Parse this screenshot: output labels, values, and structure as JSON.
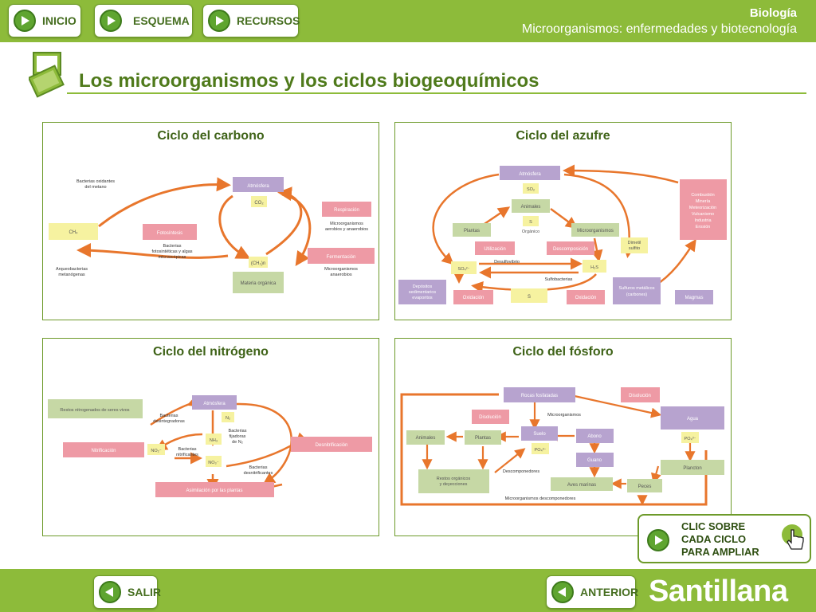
{
  "header": {
    "buttons": [
      {
        "label": "INICIO"
      },
      {
        "label": "ESQUEMA"
      },
      {
        "label": "RECURSOS"
      }
    ],
    "subject": "Biología",
    "topic": "Microorganismos: enfermedades y biotecnología"
  },
  "page_title": "Los microorganismos y los ciclos biogeoquímicos",
  "panels": [
    {
      "title": "Ciclo del carbono",
      "labels": {
        "bact_ox1": "Bacterias oxidantes",
        "bact_ox2": "del metano",
        "atm": "Atmósfera",
        "co2": "CO₂",
        "resp": "Respiración",
        "resp_n1": "Microorganismos",
        "resp_n2": "aerobios y anaerobios",
        "ch4": "CH₄",
        "foto": "Fotosíntesis",
        "foto_n1": "Bacterias",
        "foto_n2": "fotosintéticas y algas",
        "foto_n3": "microscópicas",
        "ferm": "Fermentación",
        "ferm_n1": "Microorganismos",
        "ferm_n2": "anaerobios",
        "arq1": "Arqueobacterias",
        "arq2": "metanógenas",
        "ch2o": "(CH₂)n",
        "mat": "Materia orgánica"
      }
    },
    {
      "title": "Ciclo del azufre",
      "labels": {
        "atm": "Atmósfera",
        "so2": "SO₂",
        "animales": "Animales",
        "s_org": "S",
        "org": "Orgánico",
        "plantas": "Plantas",
        "micro": "Microorganismos",
        "util": "Utilización",
        "descomp": "Descomposición",
        "dimetil1": "Dimetil",
        "dimetil2": "sulfito",
        "comb1": "Combustión",
        "comb2": "Minería",
        "comb3": "Meteorización",
        "comb4": "Vulcanismo",
        "comb5": "Industria",
        "comb6": "Erosión",
        "desulfo": "Desulfovibrio",
        "so4": "SO₄²⁻",
        "h2s": "H₂S",
        "sulfob": "Sulfobacterias",
        "dep1": "Depósitos",
        "dep2": "sedimentarios",
        "dep3": "evaporitos",
        "ox1": "Oxidación",
        "s": "S",
        "ox2": "Oxidación",
        "sulf1": "Sulfuros metálicos",
        "sulf2": "(carbones)",
        "magma": "Magmas"
      }
    },
    {
      "title": "Ciclo del nitrógeno",
      "labels": {
        "restos": "Restos nitrogenados de seres vivos",
        "atm": "Atmósfera",
        "bdes1": "Bacterias",
        "bdes2": "desintegradoras",
        "n2": "N₂",
        "nh3": "NH₃",
        "bfij1": "Bacterias",
        "bfij2": "fijadoras",
        "bfij3": "de N₂",
        "nitri": "Nitrificación",
        "no2": "NO₂⁻",
        "bnit1": "Bacterias",
        "bnit2": "nitrificantes",
        "no3": "NO₃⁻",
        "desnit": "Desnitrificación",
        "bdn1": "Bacterias",
        "bdn2": "desnitrificantes",
        "asim": "Asimilación por las plantas"
      }
    },
    {
      "title": "Ciclo del fósforo",
      "labels": {
        "rocas": "Rocas fosfatadas",
        "disol1": "Disolución",
        "agua": "Agua",
        "disol2": "Disolución",
        "micro": "Microorganismos",
        "animales": "Animales",
        "plantas": "Plantas",
        "suelo": "Suelo",
        "po4": "PO₄³⁻",
        "abono": "Abono",
        "po4b": "PO₄³⁻",
        "guano": "Guano",
        "plancton": "Plancton",
        "restos1": "Restos orgánicos",
        "restos2": "y deyecciones",
        "descomp": "Descomponedores",
        "aves": "Aves marinas",
        "peces": "Peces",
        "microdesc": "Microorganismos descomponedores"
      }
    }
  ],
  "hint": {
    "line1": "CLIC SOBRE",
    "line2": "CADA CICLO",
    "line3": "PARA AMPLIAR"
  },
  "footer": {
    "exit_label": "SALIR",
    "prev_label": "ANTERIOR",
    "brand": "Santillana"
  },
  "colors": {
    "bar_green": "#8dbb3a",
    "title_green": "#4f7a1b",
    "arrow_orange": "#e8762c",
    "box_purple": "#b7a3cf",
    "box_pink": "#ee9aa5",
    "box_green": "#c6d8a5",
    "box_yellow": "#f6f2a0"
  },
  "icons": [
    "play-icon",
    "back-icon",
    "pointer-hand-icon",
    "title-icon"
  ]
}
